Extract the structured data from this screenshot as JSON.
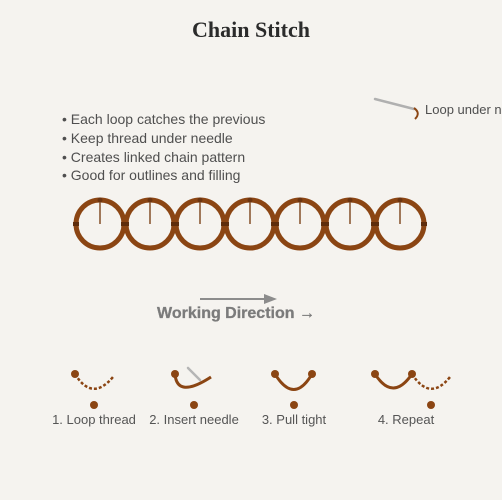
{
  "title": "Chain Stitch",
  "bullets": [
    "• Each loop catches the previous",
    "• Keep thread under needle",
    "• Creates linked chain pattern",
    "• Good for outlines and filling"
  ],
  "callout": {
    "label": "Loop under needle"
  },
  "direction": {
    "label": "Working Direction →"
  },
  "chain": {
    "loop_count": 7
  },
  "steps": [
    {
      "label": "1. Loop thread"
    },
    {
      "label": "2. Insert needle"
    },
    {
      "label": "3. Pull tight"
    },
    {
      "label": "4. Repeat"
    }
  ],
  "colors": {
    "background": "#f5f3ef",
    "thread": "#8b4513",
    "needle": "#a0a0a0",
    "text": "#4f4f4f"
  }
}
